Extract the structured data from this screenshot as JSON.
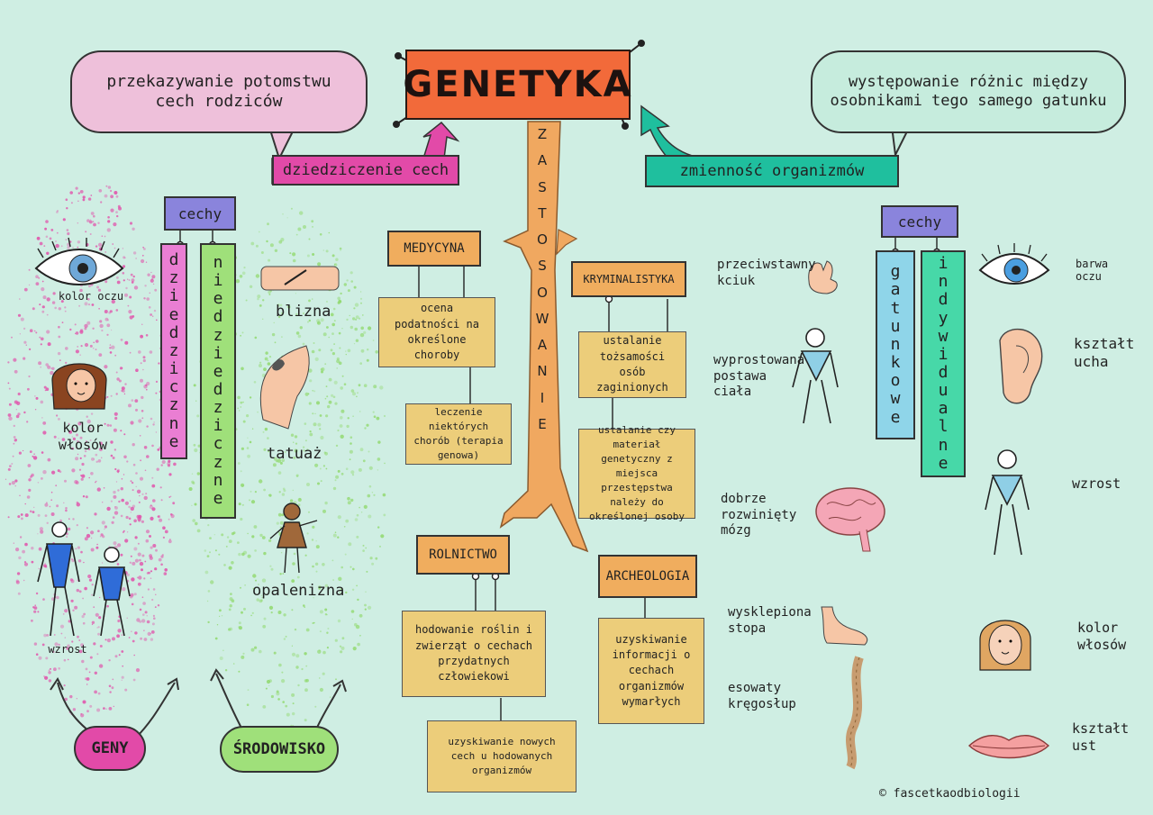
{
  "title": "GENETYKA",
  "bubbles": {
    "left": "przekazywanie potomstwu cech rodziców",
    "right": "występowanie różnic między osobnikami tego samego gatunku"
  },
  "banners": {
    "inheritance": "dziedziczenie cech",
    "variability": "zmienność organizmów"
  },
  "trunk_label": "ZASTOSOWANIE",
  "trunk_letters": [
    "Z",
    "A",
    "S",
    "T",
    "O",
    "S",
    "O",
    "W",
    "A",
    "N",
    "I",
    "E"
  ],
  "left_panel": {
    "traits_tag": "cechy",
    "hereditary": [
      "d",
      "z",
      "i",
      "e",
      "d",
      "z",
      "i",
      "c",
      "z",
      "n",
      "e"
    ],
    "non_hereditary": [
      "n",
      "i",
      "e",
      "d",
      "z",
      "i",
      "e",
      "d",
      "z",
      "i",
      "c",
      "z",
      "n",
      "e"
    ],
    "items_left": [
      "kolor oczu",
      "kolor włosów",
      "wzrost"
    ],
    "items_right": [
      "blizna",
      "tatuaż",
      "opalenizna"
    ],
    "genes": "GENY",
    "environment": "ŚRODOWISKO"
  },
  "center": {
    "medicine": {
      "tag": "MEDYCYNA",
      "notes": [
        "ocena podatności na określone choroby",
        "leczenie niektórych chorób (terapia genowa)"
      ]
    },
    "forensics": {
      "tag": "KRYMINALISTYKA",
      "notes": [
        "ustalanie tożsamości osób zaginionych",
        "ustalanie czy materiał genetyczny z miejsca przestępstwa należy do określonej osoby"
      ]
    },
    "agriculture": {
      "tag": "ROLNICTWO",
      "notes": [
        "hodowanie roślin i zwierząt o cechach przydatnych człowiekowi",
        "uzyskiwanie nowych cech u hodowanych organizmów"
      ]
    },
    "archaeology": {
      "tag": "ARCHEOLOGIA",
      "notes": [
        "uzyskiwanie informacji o cechach organizmów wymarłych"
      ]
    }
  },
  "right_panel": {
    "traits_tag": "cechy",
    "species": [
      "g",
      "a",
      "t",
      "u",
      "n",
      "k",
      "o",
      "w",
      "e"
    ],
    "individual": [
      "i",
      "n",
      "d",
      "y",
      "w",
      "i",
      "d",
      "u",
      "a",
      "l",
      "n",
      "e"
    ],
    "species_items": [
      "przeciwstawny kciuk",
      "wyprostowana postawa ciała",
      "dobrze rozwinięty mózg",
      "wysklepiona stopa",
      "esowaty kręgosłup"
    ],
    "individual_items": [
      "barwa oczu",
      "kształt ucha",
      "wzrost",
      "kolor włosów",
      "kształt ust"
    ]
  },
  "signature": "© fascetkaodbiologii",
  "colors": {
    "background": "#cfeee3",
    "title": "#f26a3a",
    "pink_bubble": "#eec0da",
    "mint_bubble": "#c6ecdd",
    "magenta": "#e24aa8",
    "teal": "#1fbf9e",
    "tag_orange": "#f0ad5e",
    "note_yellow": "#eccd7a",
    "trunk": "#f0a860",
    "purple": "#8a84dc",
    "pink_col": "#ea7ed3",
    "green_col": "#9fe07a",
    "blue_col": "#8fd5e9",
    "sea_col": "#47d8a8"
  },
  "icons": [
    "eye-icon",
    "hair-icon",
    "figures-icon",
    "scar-icon",
    "tattoo-icon",
    "tan-figure-icon",
    "hand-icon",
    "upright-figure-icon",
    "brain-icon",
    "foot-icon",
    "spine-icon",
    "ear-icon",
    "tall-figure-icon",
    "face-icon",
    "lips-icon"
  ]
}
